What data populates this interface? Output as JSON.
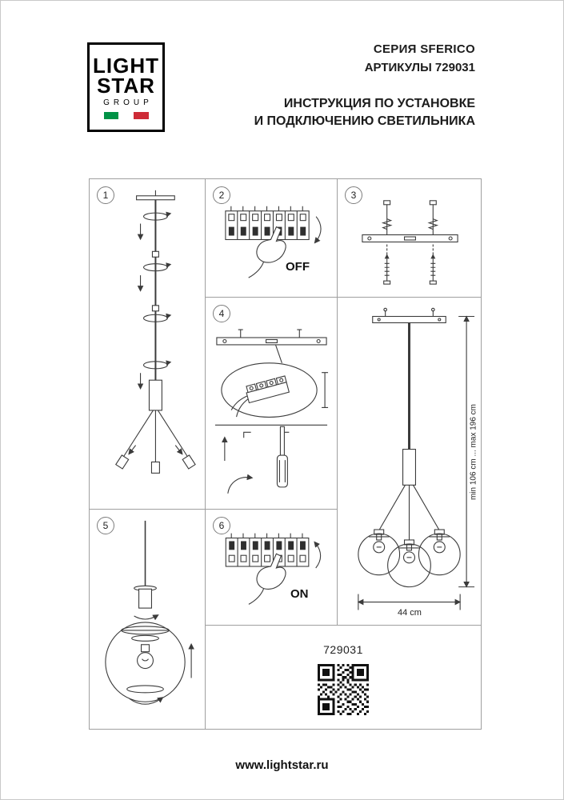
{
  "logo": {
    "line1": "LIGHT",
    "line2": "STAR",
    "line3": "GROUP"
  },
  "header": {
    "series": "СЕРИЯ SFERICO",
    "articles": "АРТИКУЛЫ 729031",
    "instruction_line1": "ИНСТРУКЦИЯ ПО УСТАНОВКЕ",
    "instruction_line2": "И ПОДКЛЮЧЕНИЮ СВЕТИЛЬНИКА"
  },
  "steps": {
    "step1": "1",
    "step2": "2",
    "step3": "3",
    "step4": "4",
    "step5": "5",
    "step6": "6"
  },
  "switch_labels": {
    "off": "OFF",
    "on": "ON"
  },
  "dimensions": {
    "height_range": "min 106 cm ... max 196 cm",
    "width": "44 cm"
  },
  "article_number": "729031",
  "footer": {
    "website": "www.lightstar.ru"
  },
  "brand_colors": {
    "flag_green": "#009246",
    "flag_white": "#ffffff",
    "flag_red": "#ce2b37"
  }
}
